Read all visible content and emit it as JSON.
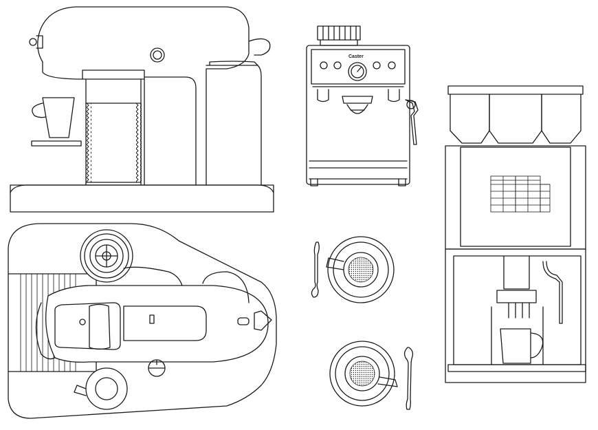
{
  "drawing": {
    "brand_label": "Caster",
    "line_color": "#1a1a1a",
    "background": "#ffffff",
    "parts": [
      "espresso-machine-side-elevation",
      "espresso-machine-front-elevation",
      "automatic-coffee-machine-front-elevation",
      "espresso-machine-top-plan",
      "coffee-cup-with-spoon-top-view",
      "coffee-cup-with-spoon-top-view"
    ]
  }
}
